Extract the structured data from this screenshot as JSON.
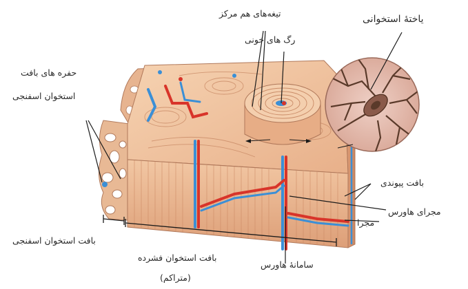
{
  "labels": {
    "osteocyte": "یاختهٔ استخوانی",
    "lamellae": "تیغه‌های هم مرکز",
    "blood_vessels": "رگ های خونی",
    "spongy_cavities_line1": "حفره های بافت",
    "spongy_cavities_line2": "استخوان اسفنجی",
    "connective_tissue": "بافت پیوندی",
    "haversian_canal": "مجرای هاورس",
    "canal": "مجرا",
    "spongy_bone": "بافت استخوان اسفنجی",
    "compact_bone_line1": "بافت استخوان فشرده",
    "compact_bone_line2": "(متراکم)",
    "haversian_system": "سامانهٔ هاورس"
  },
  "colors": {
    "bone_light": "#f0c6a0",
    "bone_mid": "#e3a57c",
    "bone_dark": "#c98560",
    "artery": "#d8342a",
    "vein": "#3b8fd6",
    "cell_dark": "#5a3a2a",
    "line": "#1a1a1a"
  }
}
